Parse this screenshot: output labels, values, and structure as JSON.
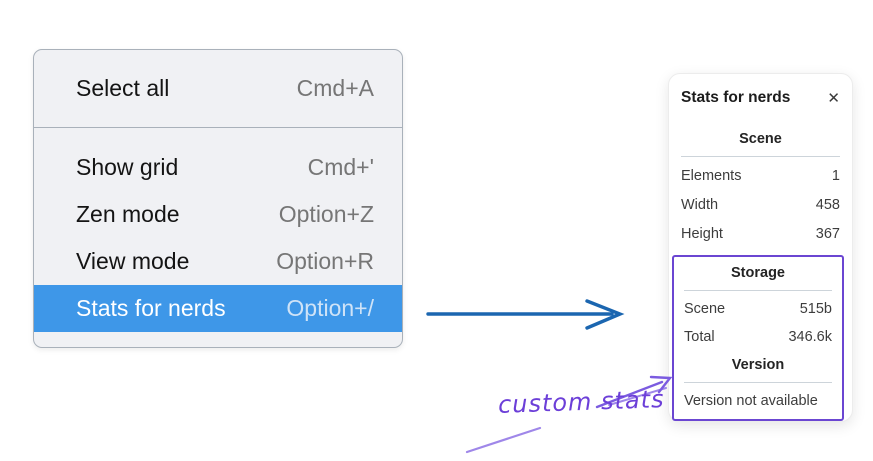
{
  "menu": {
    "groups": [
      {
        "items": [
          {
            "label": "Select all",
            "shortcut": "Cmd+A"
          }
        ]
      },
      {
        "items": [
          {
            "label": "Show grid",
            "shortcut": "Cmd+'"
          },
          {
            "label": "Zen mode",
            "shortcut": "Option+Z"
          },
          {
            "label": "View mode",
            "shortcut": "Option+R"
          },
          {
            "label": "Stats for nerds",
            "shortcut": "Option+/",
            "selected": true
          }
        ]
      }
    ],
    "colors": {
      "highlight": "#3e97e8"
    }
  },
  "stats_panel": {
    "title": "Stats for nerds",
    "close_glyph": "✕",
    "scene": {
      "heading": "Scene",
      "rows": [
        {
          "label": "Elements",
          "value": "1"
        },
        {
          "label": "Width",
          "value": "458"
        },
        {
          "label": "Height",
          "value": "367"
        }
      ]
    },
    "storage": {
      "heading": "Storage",
      "rows": [
        {
          "label": "Scene",
          "value": "515b"
        },
        {
          "label": "Total",
          "value": "346.6k"
        }
      ]
    },
    "version": {
      "heading": "Version",
      "note": "Version not available"
    },
    "colors": {
      "custom_box": "#6b46d2"
    }
  },
  "annotation": {
    "label": "custom stats",
    "colors": {
      "text": "#6c3fd8",
      "arrow": "#7b5be0",
      "arrow_light": "#9f87e9"
    }
  },
  "flow_arrow": {
    "color": "#1b66b0"
  }
}
